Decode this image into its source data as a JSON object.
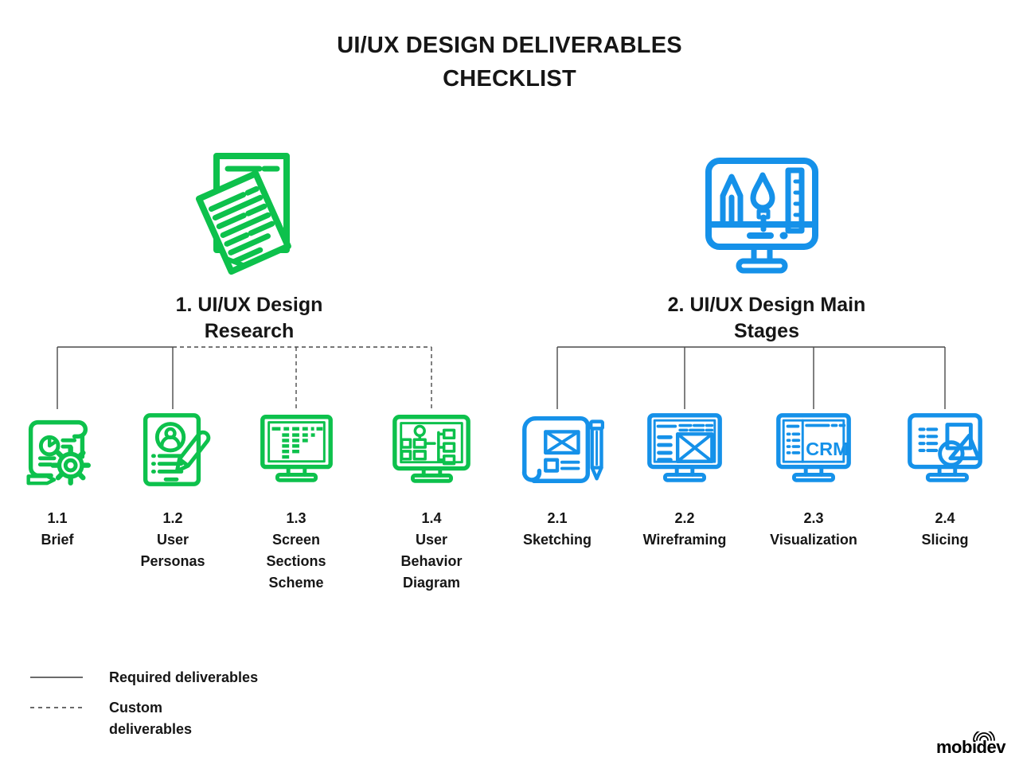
{
  "title": {
    "lines": [
      "UI/UX DESIGN DELIVERABLES",
      "CHECKLIST"
    ]
  },
  "colors": {
    "green": "#0dc14c",
    "blue": "#1591e9",
    "line": "#4a4a4a",
    "text": "#161616"
  },
  "branches": [
    {
      "heading_lines": [
        "1. UI/UX Design",
        "Research"
      ],
      "hero_icon": "stacked-documents-icon",
      "accent": "#0dc14c",
      "items": [
        {
          "num": "1.1",
          "name_lines": [
            "Brief"
          ],
          "icon": "brief-scroll-gear-icon",
          "connector": "solid"
        },
        {
          "num": "1.2",
          "name_lines": [
            "User",
            "Personas"
          ],
          "icon": "user-personas-document-icon",
          "connector": "solid"
        },
        {
          "num": "1.3",
          "name_lines": [
            "Screen",
            "Sections",
            "Scheme"
          ],
          "icon": "screen-sections-monitor-icon",
          "connector": "dashed"
        },
        {
          "num": "1.4",
          "name_lines": [
            "User",
            "Behavior",
            "Diagram"
          ],
          "icon": "behavior-flowchart-monitor-icon",
          "connector": "dashed"
        }
      ]
    },
    {
      "heading_lines": [
        "2. UI/UX Design Main",
        "Stages"
      ],
      "hero_icon": "design-tools-monitor-icon",
      "accent": "#1591e9",
      "items": [
        {
          "num": "2.1",
          "name_lines": [
            "Sketching"
          ],
          "icon": "sketch-paper-pencil-icon",
          "connector": "solid"
        },
        {
          "num": "2.2",
          "name_lines": [
            "Wireframing"
          ],
          "icon": "wireframe-monitor-icon",
          "connector": "solid"
        },
        {
          "num": "2.3",
          "name_lines": [
            "Visualization"
          ],
          "icon": "crm-monitor-icon",
          "connector": "solid",
          "screen_text": "CRM"
        },
        {
          "num": "2.4",
          "name_lines": [
            "Slicing"
          ],
          "icon": "shapes-monitor-icon",
          "connector": "solid"
        }
      ]
    }
  ],
  "legend": {
    "items": [
      {
        "style": "solid",
        "label_lines": [
          "Required deliverables"
        ]
      },
      {
        "style": "dashed",
        "label_lines": [
          "Custom",
          "deliverables"
        ]
      }
    ]
  },
  "logo": {
    "text": "mobidev"
  }
}
